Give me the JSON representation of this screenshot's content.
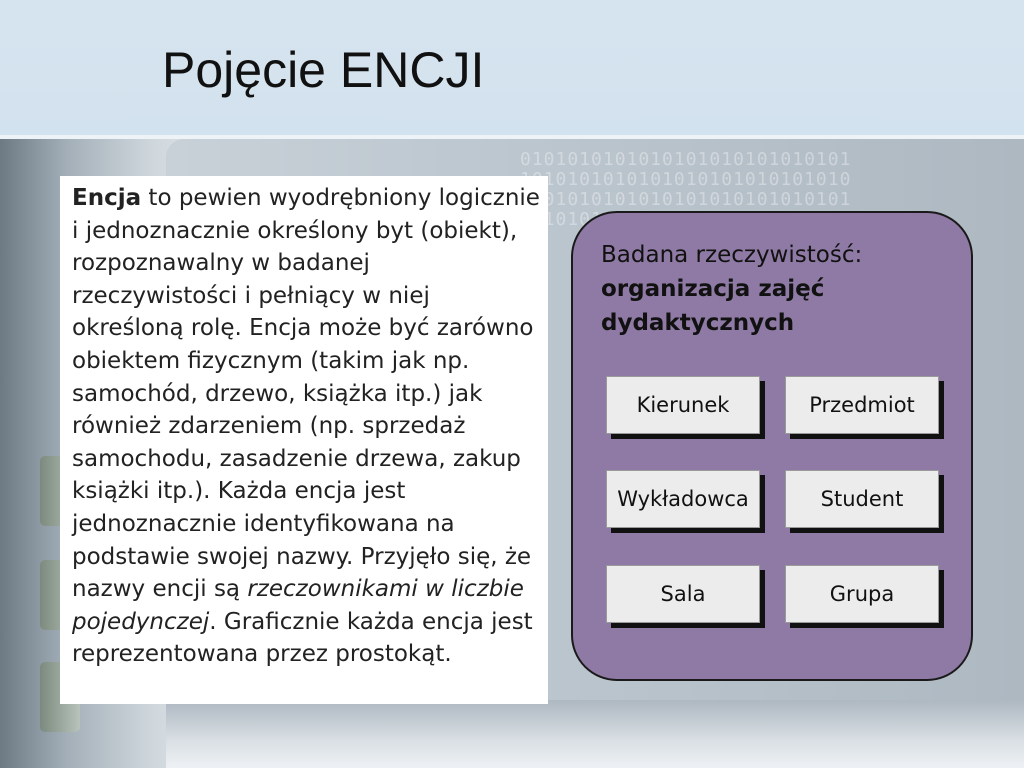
{
  "slide": {
    "title": "Pojęcie ENCJI"
  },
  "definition": {
    "term": "Encja",
    "body1": " to pewien wyodrębniony logicznie i jednoznacznie określony byt (obiekt), rozpoznawalny w badanej rzeczywistości i pełniący w niej określoną rolę. Encja może być zarówno obiektem fizycznym (takim jak np. samochód, drzewo, książka itp.) jak również zdarzeniem (np. sprzedaż samochodu, zasadzenie drzewa, zakup książki itp.). Każda encja jest jednoznacznie identyfikowana na podstawie swojej nazwy. Przyjęło się, że nazwy encji są ",
    "italic": "rzeczownikami w liczbie pojedynczej",
    "body2": ". Graficznie każda encja jest reprezentowana przez prostokąt."
  },
  "reality": {
    "label": "Badana rzeczywistość:",
    "subject": "organizacja zajęć dydaktycznych"
  },
  "entities": {
    "e1": "Kierunek",
    "e2": "Przedmiot",
    "e3": "Wykładowca",
    "e4": "Student",
    "e5": "Sala",
    "e6": "Grupa"
  }
}
